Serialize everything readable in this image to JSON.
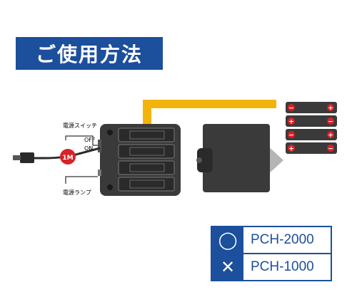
{
  "title": "ご使用方法",
  "illustration": {
    "power_switch_label": "電源スイッチ",
    "off_label": "OFF",
    "on_label": "ON",
    "power_lamp_label": "電源ランプ",
    "cable_length_label": "1M",
    "battery_plus": "+",
    "battery_minus": "−"
  },
  "compat": {
    "rows": [
      {
        "mark": "◯",
        "model": "PCH-2000"
      },
      {
        "mark": "✕",
        "model": "PCH-1000"
      }
    ]
  },
  "colors": {
    "brand_blue": "#1c4f9c",
    "arrow_yellow": "#f2b30d",
    "battery_red": "#d92128",
    "case_dark": "#3a3a3a"
  }
}
